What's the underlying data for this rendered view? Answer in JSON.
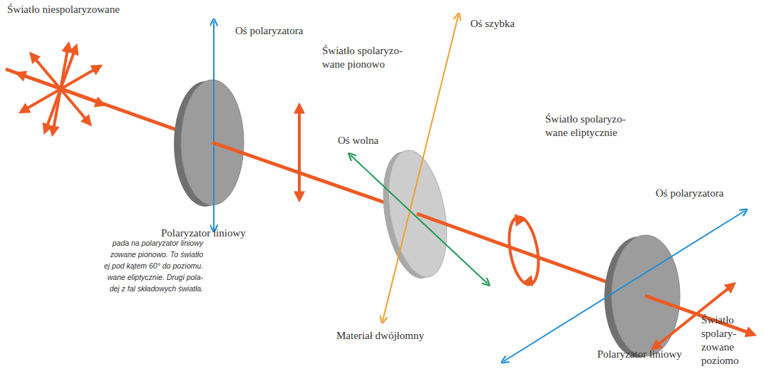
{
  "diagram": {
    "labels": [
      "Światło niespolaryzowane",
      "Oś polaryzatora",
      "Światło spolaryzo- wane pionowo",
      "Oś szybka",
      "Oś wolna",
      "Światło spolaryzo- wane eliptycznie",
      "Oś polaryzatora",
      "Polaryzator liniowy",
      "Materiał dwójłomny",
      "Polaryzator liniowy",
      "Światło spolary- zowane poziomo",
      "pada na polaryzator liniowy",
      "zowane pionowo. To światło",
      "ej pod kątem 60° do poziomu.",
      "wane eliptycznie. Drugi pola-",
      "dej z fal składowych światła."
    ]
  }
}
